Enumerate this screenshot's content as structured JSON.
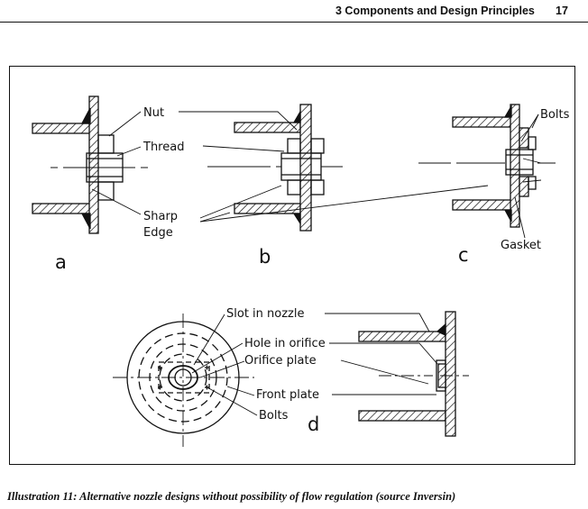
{
  "header": {
    "title": "3 Components and Design Principles",
    "page_number": "17"
  },
  "figure": {
    "labels": {
      "nut": "Nut",
      "thread": "Thread",
      "sharp": "Sharp",
      "edge": "Edge",
      "bolts_c": "Bolts",
      "gasket": "Gasket",
      "slot": "Slot in nozzle",
      "hole": "Hole in orifice",
      "orifice_plate": "Orifice plate",
      "front_plate": "Front plate",
      "bolts_d": "Bolts"
    },
    "panels": {
      "a": "a",
      "b": "b",
      "c": "c",
      "d": "d"
    }
  },
  "caption": "Illustration 11: Alternative nozzle designs without possibility of flow regulation (source Inversin)"
}
